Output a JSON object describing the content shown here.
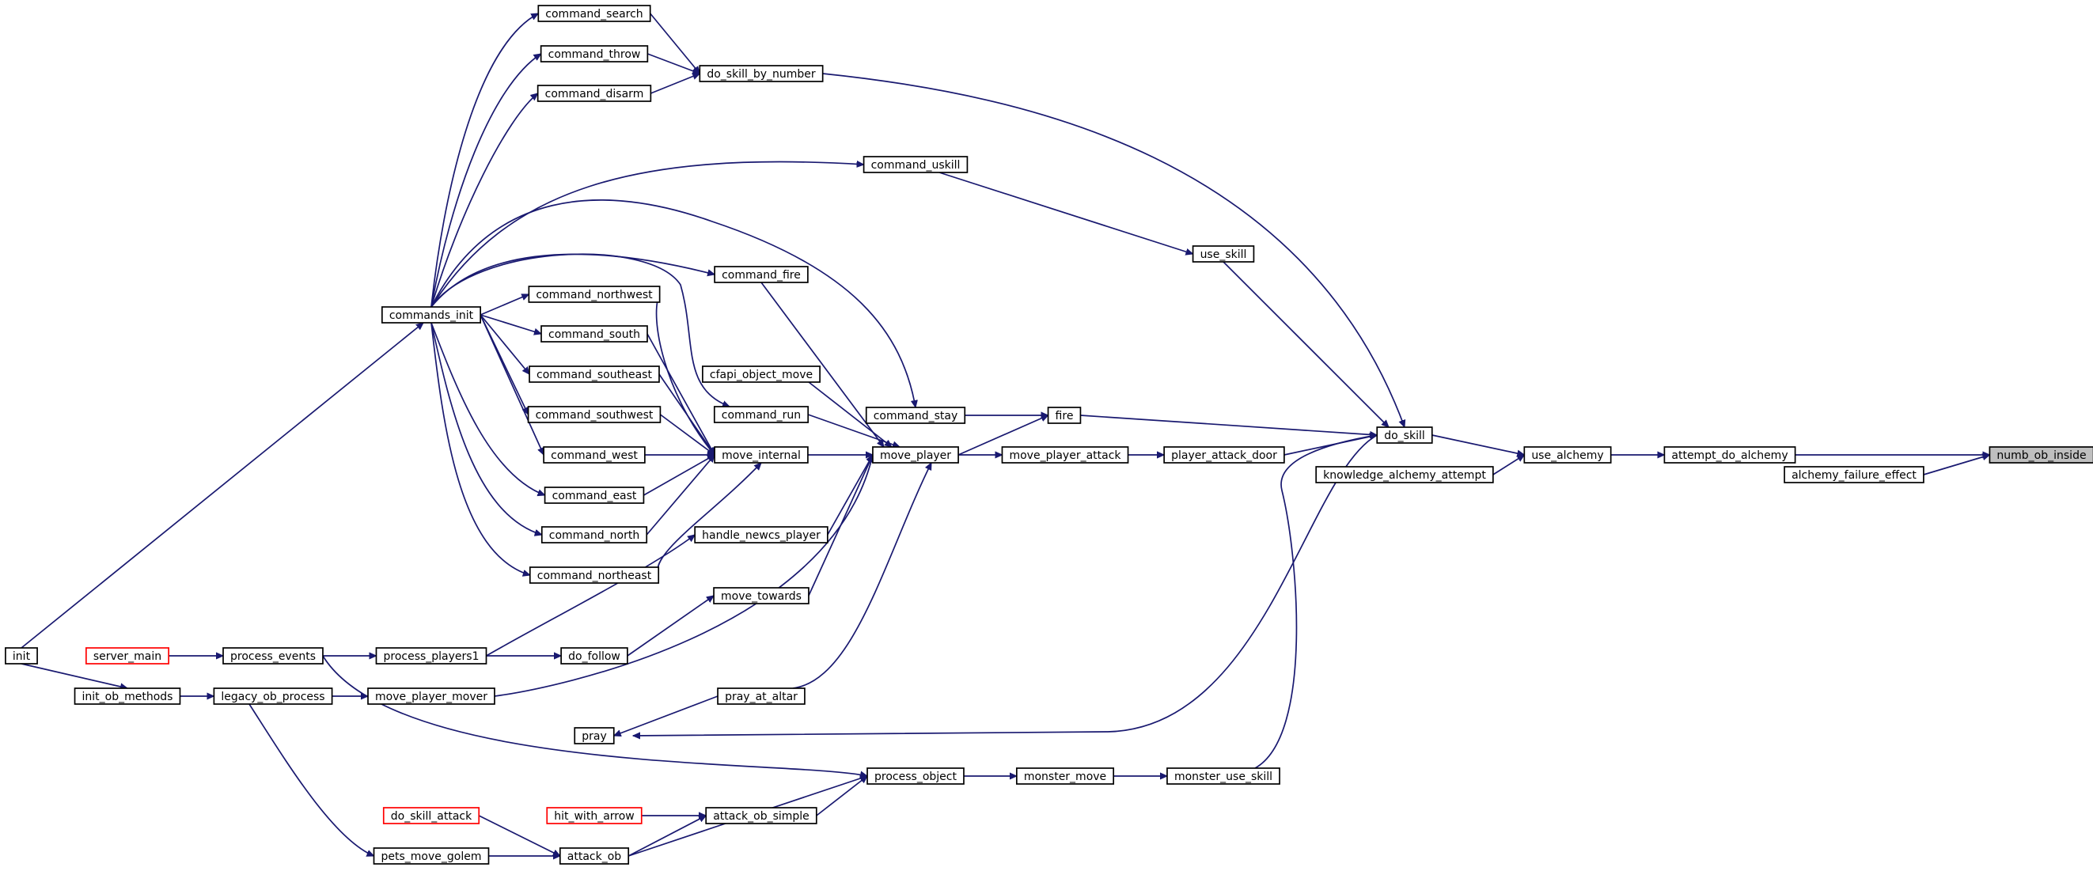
{
  "diagram": {
    "type": "call-graph",
    "colors": {
      "edge": "#191970",
      "node_border": "#000000",
      "truncated_node_border": "#ff0000",
      "focus_node_fill": "#bfbfbf"
    },
    "nodes": [
      {
        "id": "numb_ob_inside",
        "label": "numb_ob_inside",
        "style": "focus"
      },
      {
        "id": "attempt_do_alchemy",
        "label": "attempt_do_alchemy"
      },
      {
        "id": "alchemy_failure_effect",
        "label": "alchemy_failure_effect"
      },
      {
        "id": "use_alchemy",
        "label": "use_alchemy"
      },
      {
        "id": "do_skill",
        "label": "do_skill"
      },
      {
        "id": "knowledge_alchemy_attempt",
        "label": "knowledge_alchemy_attempt"
      },
      {
        "id": "do_skill_by_number",
        "label": "do_skill_by_number"
      },
      {
        "id": "use_skill",
        "label": "use_skill"
      },
      {
        "id": "fire",
        "label": "fire"
      },
      {
        "id": "player_attack_door",
        "label": "player_attack_door"
      },
      {
        "id": "monster_use_skill",
        "label": "monster_use_skill"
      },
      {
        "id": "pray",
        "label": "pray"
      },
      {
        "id": "command_uskill",
        "label": "command_uskill"
      },
      {
        "id": "command_stay",
        "label": "command_stay"
      },
      {
        "id": "move_player",
        "label": "move_player"
      },
      {
        "id": "move_player_attack",
        "label": "move_player_attack"
      },
      {
        "id": "monster_move",
        "label": "monster_move"
      },
      {
        "id": "process_object",
        "label": "process_object"
      },
      {
        "id": "command_search",
        "label": "command_search"
      },
      {
        "id": "command_throw",
        "label": "command_throw"
      },
      {
        "id": "command_disarm",
        "label": "command_disarm"
      },
      {
        "id": "commands_init",
        "label": "commands_init"
      },
      {
        "id": "command_fire",
        "label": "command_fire"
      },
      {
        "id": "cfapi_object_move",
        "label": "cfapi_object_move"
      },
      {
        "id": "command_run",
        "label": "command_run"
      },
      {
        "id": "move_internal",
        "label": "move_internal"
      },
      {
        "id": "handle_newcs_player",
        "label": "handle_newcs_player"
      },
      {
        "id": "move_towards",
        "label": "move_towards"
      },
      {
        "id": "pray_at_altar",
        "label": "pray_at_altar"
      },
      {
        "id": "command_northwest",
        "label": "command_northwest"
      },
      {
        "id": "command_south",
        "label": "command_south"
      },
      {
        "id": "command_southeast",
        "label": "command_southeast"
      },
      {
        "id": "command_southwest",
        "label": "command_southwest"
      },
      {
        "id": "command_west",
        "label": "command_west"
      },
      {
        "id": "command_east",
        "label": "command_east"
      },
      {
        "id": "command_north",
        "label": "command_north"
      },
      {
        "id": "command_northeast",
        "label": "command_northeast"
      },
      {
        "id": "process_players1",
        "label": "process_players1"
      },
      {
        "id": "do_follow",
        "label": "do_follow"
      },
      {
        "id": "move_player_mover",
        "label": "move_player_mover"
      },
      {
        "id": "process_events",
        "label": "process_events"
      },
      {
        "id": "legacy_ob_process",
        "label": "legacy_ob_process"
      },
      {
        "id": "server_main",
        "label": "server_main",
        "style": "truncated"
      },
      {
        "id": "init_ob_methods",
        "label": "init_ob_methods"
      },
      {
        "id": "init",
        "label": "init"
      },
      {
        "id": "attack_ob_simple",
        "label": "attack_ob_simple"
      },
      {
        "id": "hit_with_arrow",
        "label": "hit_with_arrow",
        "style": "truncated"
      },
      {
        "id": "attack_ob",
        "label": "attack_ob"
      },
      {
        "id": "do_skill_attack",
        "label": "do_skill_attack",
        "style": "truncated"
      },
      {
        "id": "pets_move_golem",
        "label": "pets_move_golem"
      }
    ],
    "edges": [
      {
        "from": "attempt_do_alchemy",
        "to": "numb_ob_inside"
      },
      {
        "from": "alchemy_failure_effect",
        "to": "numb_ob_inside"
      },
      {
        "from": "use_alchemy",
        "to": "attempt_do_alchemy"
      },
      {
        "from": "do_skill",
        "to": "use_alchemy"
      },
      {
        "from": "knowledge_alchemy_attempt",
        "to": "use_alchemy"
      },
      {
        "from": "do_skill_by_number",
        "to": "do_skill"
      },
      {
        "from": "use_skill",
        "to": "do_skill"
      },
      {
        "from": "fire",
        "to": "do_skill"
      },
      {
        "from": "player_attack_door",
        "to": "do_skill"
      },
      {
        "from": "monster_use_skill",
        "to": "do_skill"
      },
      {
        "from": "do_skill",
        "to": "pray"
      },
      {
        "from": "command_search",
        "to": "do_skill_by_number"
      },
      {
        "from": "command_throw",
        "to": "do_skill_by_number"
      },
      {
        "from": "command_disarm",
        "to": "do_skill_by_number"
      },
      {
        "from": "command_uskill",
        "to": "use_skill"
      },
      {
        "from": "command_stay",
        "to": "fire"
      },
      {
        "from": "move_player",
        "to": "fire"
      },
      {
        "from": "move_player_attack",
        "to": "player_attack_door"
      },
      {
        "from": "monster_move",
        "to": "monster_use_skill"
      },
      {
        "from": "pray_at_altar",
        "to": "pray"
      },
      {
        "from": "commands_init",
        "to": "command_search"
      },
      {
        "from": "commands_init",
        "to": "command_throw"
      },
      {
        "from": "commands_init",
        "to": "command_disarm"
      },
      {
        "from": "commands_init",
        "to": "command_uskill"
      },
      {
        "from": "commands_init",
        "to": "command_stay"
      },
      {
        "from": "commands_init",
        "to": "command_fire"
      },
      {
        "from": "commands_init",
        "to": "command_run"
      },
      {
        "from": "commands_init",
        "to": "command_northwest"
      },
      {
        "from": "commands_init",
        "to": "command_south"
      },
      {
        "from": "commands_init",
        "to": "command_southeast"
      },
      {
        "from": "commands_init",
        "to": "command_southwest"
      },
      {
        "from": "commands_init",
        "to": "command_west"
      },
      {
        "from": "commands_init",
        "to": "command_east"
      },
      {
        "from": "commands_init",
        "to": "command_north"
      },
      {
        "from": "commands_init",
        "to": "command_northeast"
      },
      {
        "from": "move_player",
        "to": "move_player_attack"
      },
      {
        "from": "command_fire",
        "to": "move_player"
      },
      {
        "from": "cfapi_object_move",
        "to": "move_player"
      },
      {
        "from": "command_run",
        "to": "move_player"
      },
      {
        "from": "move_internal",
        "to": "move_player"
      },
      {
        "from": "handle_newcs_player",
        "to": "move_player"
      },
      {
        "from": "move_towards",
        "to": "move_player"
      },
      {
        "from": "move_player_mover",
        "to": "move_player"
      },
      {
        "from": "pray_at_altar",
        "to": "move_player"
      },
      {
        "from": "command_northwest",
        "to": "move_internal"
      },
      {
        "from": "command_south",
        "to": "move_internal"
      },
      {
        "from": "command_southeast",
        "to": "move_internal"
      },
      {
        "from": "command_southwest",
        "to": "move_internal"
      },
      {
        "from": "command_west",
        "to": "move_internal"
      },
      {
        "from": "command_east",
        "to": "move_internal"
      },
      {
        "from": "command_north",
        "to": "move_internal"
      },
      {
        "from": "command_northeast",
        "to": "move_internal"
      },
      {
        "from": "process_players1",
        "to": "handle_newcs_player"
      },
      {
        "from": "do_follow",
        "to": "move_towards"
      },
      {
        "from": "process_players1",
        "to": "do_follow"
      },
      {
        "from": "process_events",
        "to": "process_players1"
      },
      {
        "from": "server_main",
        "to": "process_events"
      },
      {
        "from": "process_events",
        "to": "process_object"
      },
      {
        "from": "legacy_ob_process",
        "to": "move_player_mover"
      },
      {
        "from": "legacy_ob_process",
        "to": "pets_move_golem"
      },
      {
        "from": "init_ob_methods",
        "to": "legacy_ob_process"
      },
      {
        "from": "init",
        "to": "init_ob_methods"
      },
      {
        "from": "init",
        "to": "commands_init"
      },
      {
        "from": "process_object",
        "to": "monster_move"
      },
      {
        "from": "attack_ob_simple",
        "to": "process_object"
      },
      {
        "from": "attack_ob",
        "to": "process_object"
      },
      {
        "from": "hit_with_arrow",
        "to": "attack_ob_simple"
      },
      {
        "from": "attack_ob",
        "to": "attack_ob_simple"
      },
      {
        "from": "do_skill_attack",
        "to": "attack_ob"
      },
      {
        "from": "pets_move_golem",
        "to": "attack_ob"
      }
    ]
  }
}
